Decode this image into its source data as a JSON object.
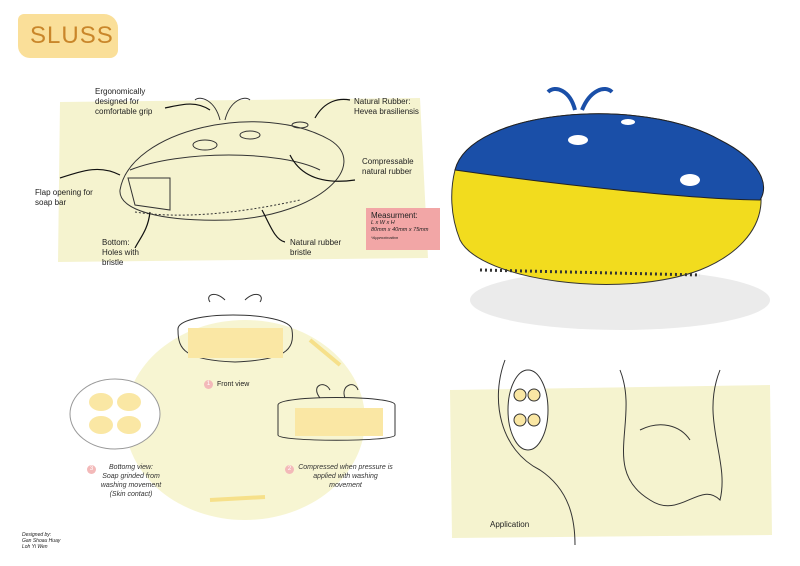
{
  "title": "SLUSS",
  "annotations": {
    "grip": "Ergonomically designed for comfortable grip",
    "material": "Natural Rubber: Hevea brasiliensis",
    "compressable": "Compressable natural rubber",
    "flap": "Flap opening for soap bar",
    "bottom": "Bottom: Holes with bristle",
    "bristle": "Natural rubber bristle"
  },
  "measurement": {
    "heading": "Measurment:",
    "dims_label": "L x W x H",
    "dims_value": "80mm x 40mm x 75mm",
    "note": "*Approximation"
  },
  "steps": [
    {
      "number": "1",
      "caption": "Front view"
    },
    {
      "number": "2",
      "caption": "Compressed when pressure is applied with washing movement"
    },
    {
      "number": "3",
      "caption": "Bottomg view: Soap grinded from washing movement (Skin contact)"
    }
  ],
  "application_label": "Application",
  "credits": {
    "heading": "Designed by:",
    "names": [
      "Gan Shoau Huay",
      "Loh Yi Wen"
    ]
  },
  "colors": {
    "blue": "#1a4fa8",
    "yellow": "#f2dc1e",
    "cream": "#f5f3cf",
    "accent": "#c9862a"
  }
}
